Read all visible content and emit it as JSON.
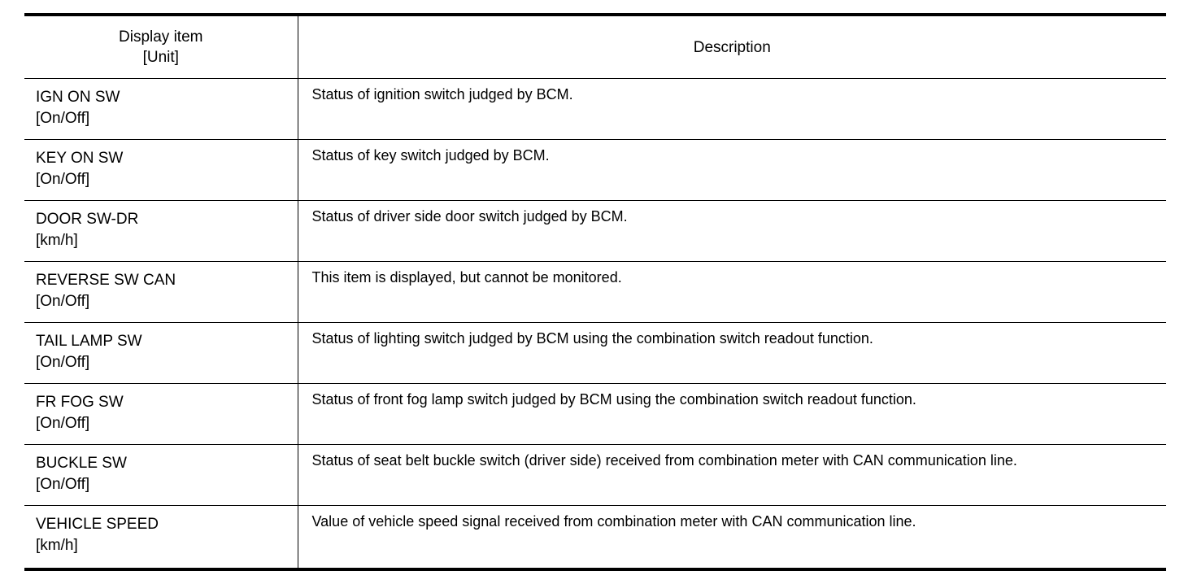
{
  "table": {
    "columns": [
      {
        "key": "display_item",
        "header_line1": "Display item",
        "header_line2": "[Unit]"
      },
      {
        "key": "description",
        "header_line1": "Description",
        "header_line2": ""
      }
    ],
    "rows": [
      {
        "item_name": "IGN ON SW",
        "item_unit": "[On/Off]",
        "description": "Status of ignition switch judged by BCM."
      },
      {
        "item_name": "KEY ON SW",
        "item_unit": "[On/Off]",
        "description": "Status of key switch judged by BCM."
      },
      {
        "item_name": "DOOR SW-DR",
        "item_unit": "[km/h]",
        "description": "Status of driver side door switch judged by BCM."
      },
      {
        "item_name": "REVERSE SW CAN",
        "item_unit": "[On/Off]",
        "description": "This item is displayed, but cannot be monitored."
      },
      {
        "item_name": "TAIL LAMP SW",
        "item_unit": "[On/Off]",
        "description": "Status of lighting switch judged by BCM using the combination switch readout function."
      },
      {
        "item_name": "FR FOG SW",
        "item_unit": "[On/Off]",
        "description": "Status of front fog lamp switch judged by BCM using the combination switch readout function."
      },
      {
        "item_name": "BUCKLE SW",
        "item_unit": "[On/Off]",
        "description": "Status of seat belt buckle switch (driver side) received from combination meter with CAN communication line."
      },
      {
        "item_name": "VEHICLE SPEED",
        "item_unit": "[km/h]",
        "description": "Value of vehicle speed signal received from combination meter with CAN communication line."
      }
    ]
  },
  "colors": {
    "ink": "#000000",
    "paper": "#ffffff"
  }
}
